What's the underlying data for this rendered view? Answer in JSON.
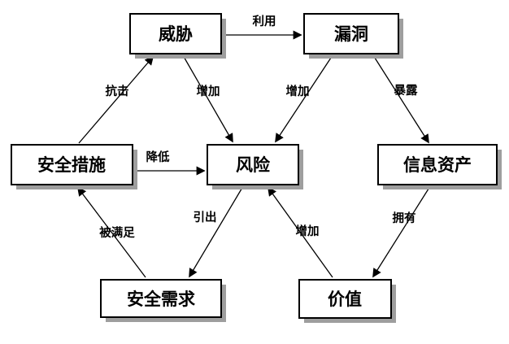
{
  "diagram": {
    "type": "relationship-diagram",
    "background_color": "#ffffff",
    "box_fill_color": "#ffffff",
    "box_border_color": "#000000",
    "box_shadow_color": "#9e9e9e",
    "line_color": "#000000",
    "text_color": "#000000",
    "nodes": [
      {
        "id": "threat",
        "label": "威胁"
      },
      {
        "id": "vulnerability",
        "label": "漏洞"
      },
      {
        "id": "security-measures",
        "label": "安全措施"
      },
      {
        "id": "risk",
        "label": "风险"
      },
      {
        "id": "information-assets",
        "label": "信息资产"
      },
      {
        "id": "security-requirements",
        "label": "安全需求"
      },
      {
        "id": "value",
        "label": "价值"
      }
    ],
    "edges": [
      {
        "from": "威胁",
        "to": "漏洞",
        "label": "利用"
      },
      {
        "from": "安全措施",
        "to": "威胁",
        "label": "抗击"
      },
      {
        "from": "威胁",
        "to": "风险",
        "label": "增加"
      },
      {
        "from": "漏洞",
        "to": "风险",
        "label": "增加"
      },
      {
        "from": "漏洞",
        "to": "信息资产",
        "label": "暴露"
      },
      {
        "from": "安全措施",
        "to": "风险",
        "label": "降低"
      },
      {
        "from": "风险",
        "to": "安全需求",
        "label": "引出"
      },
      {
        "from": "安全需求",
        "to": "安全措施",
        "label": "被满足"
      },
      {
        "from": "价值",
        "to": "风险",
        "label": "增加"
      },
      {
        "from": "信息资产",
        "to": "价值",
        "label": "拥有"
      }
    ]
  }
}
